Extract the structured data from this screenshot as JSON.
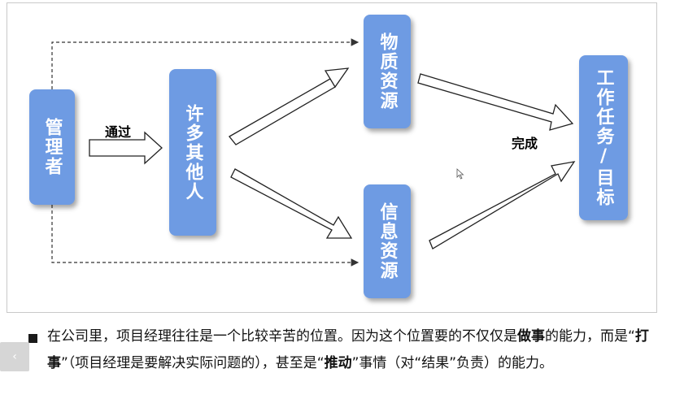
{
  "diagram": {
    "nodes": {
      "manager": "管理者",
      "others": "许多其他人",
      "material": "物质资源",
      "info": "信息资源",
      "goal": "工作任务/目标"
    },
    "edge_labels": {
      "via": "通过",
      "done": "完成"
    },
    "colors": {
      "node_fill": "#6e9be3",
      "arrow_stroke": "#222222"
    }
  },
  "caption": {
    "part1": "在公司里，项目经理往往是一个比较辛苦的位置。因为这个位置要的不仅仅是",
    "bold1": "做事",
    "part2": "的能力，而是“",
    "bold2": "打事",
    "part3": "”（项目经理是要解决实际问题的），甚至是“",
    "bold3": "推动",
    "part4": "”事情（对“结果”负责）的能力。"
  },
  "nav": {
    "prev_icon": "‹"
  }
}
